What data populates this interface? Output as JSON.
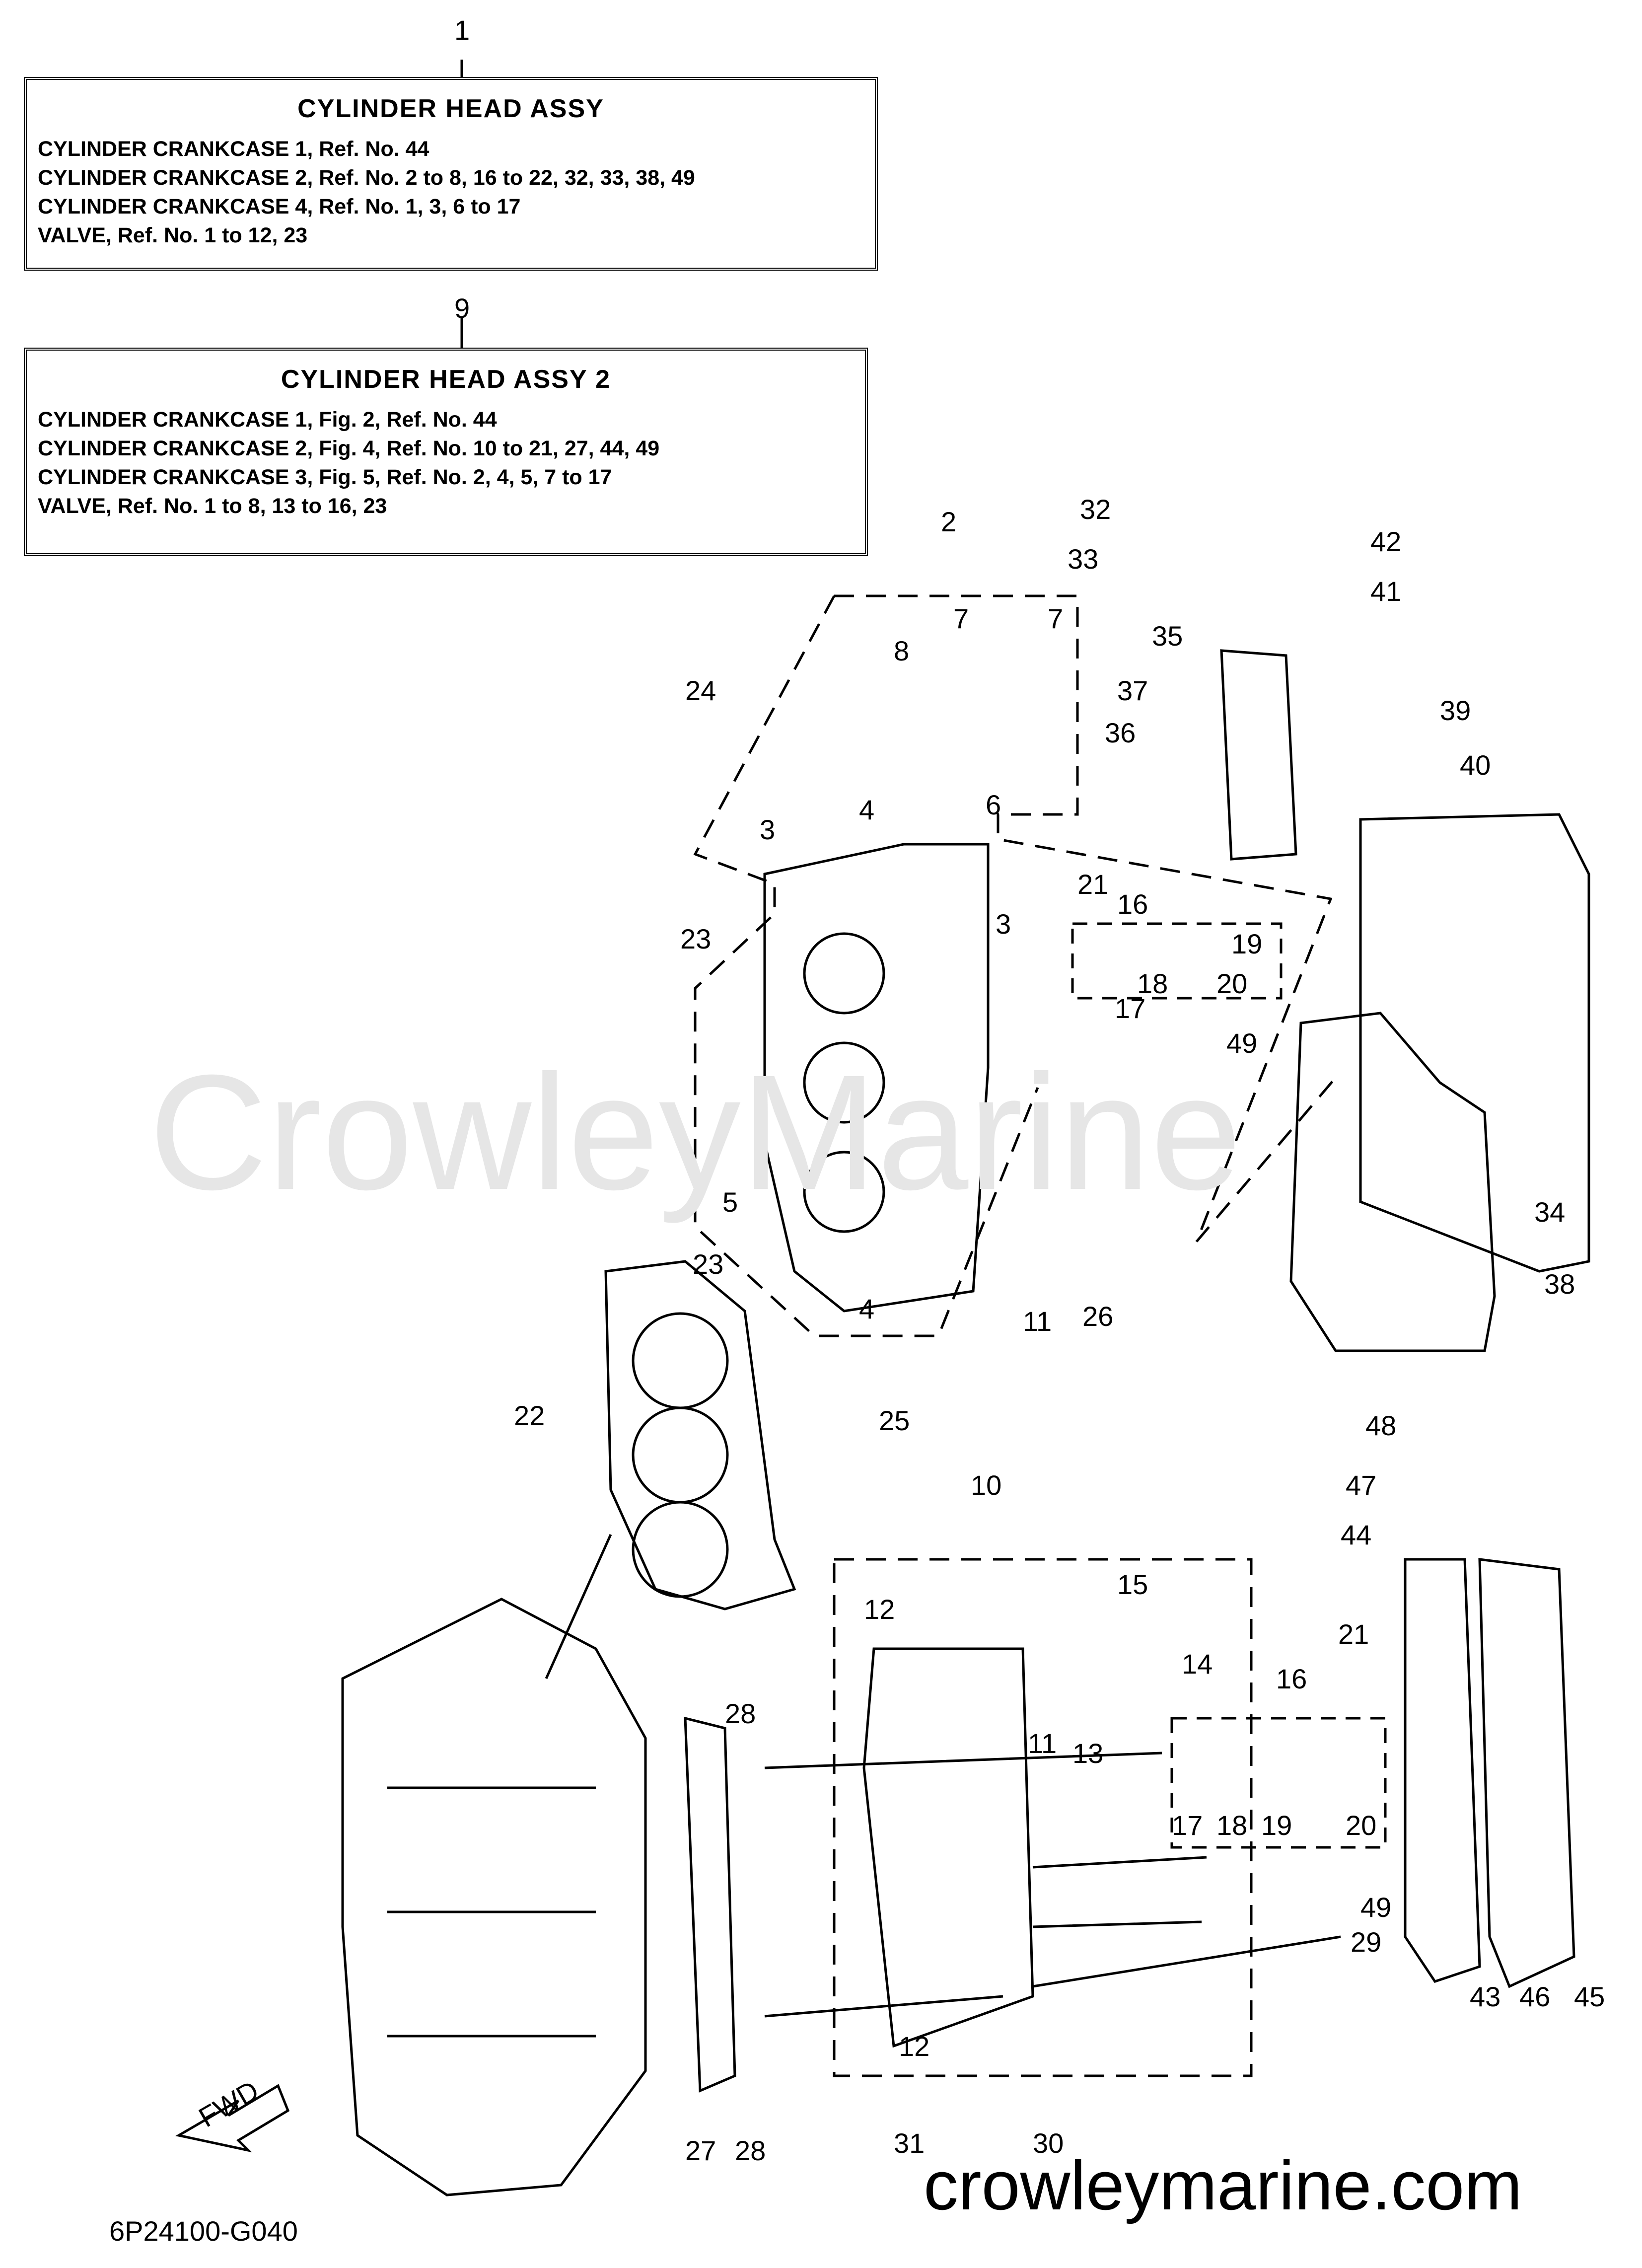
{
  "boxes": [
    {
      "ref": "1",
      "title": "CYLINDER  HEAD ASSY",
      "lines": [
        "CYLINDER CRANKCASE 1, Ref. No. 44",
        "CYLINDER CRANKCASE 2, Ref. No. 2 to 8, 16 to 22, 32, 33, 38, 49",
        "CYLINDER CRANKCASE 4, Ref. No. 1, 3, 6 to 17",
        "VALVE, Ref. No. 1 to 12, 23"
      ]
    },
    {
      "ref": "9",
      "title": "CYLINDER  HEAD ASSY 2",
      "lines": [
        "CYLINDER CRANKCASE 1,  Fig. 2, Ref. No. 44",
        "CYLINDER CRANKCASE 2,  Fig. 4, Ref. No. 10 to 21, 27, 44, 49",
        "CYLINDER CRANKCASE 3,  Fig. 5, Ref. No. 2, 4, 5, 7 to 17",
        "VALVE,  Ref. No. 1 to 8, 13 to 16, 23"
      ]
    }
  ],
  "callouts": [
    "1",
    "9",
    "2",
    "3",
    "3",
    "4",
    "4",
    "5",
    "6",
    "7",
    "7",
    "8",
    "16",
    "17",
    "18",
    "19",
    "20",
    "21",
    "22",
    "23",
    "23",
    "24",
    "25",
    "26",
    "32",
    "33",
    "34",
    "35",
    "36",
    "37",
    "38",
    "39",
    "40",
    "41",
    "42",
    "49",
    "10",
    "11",
    "11",
    "12",
    "12",
    "13",
    "14",
    "15",
    "16",
    "17",
    "18",
    "19",
    "20",
    "21",
    "27",
    "28",
    "28",
    "29",
    "30",
    "31",
    "43",
    "44",
    "45",
    "46",
    "47",
    "48",
    "49"
  ],
  "fwd_label": "FWD",
  "watermark": "CrowleyMarine",
  "site": "crowleymarine.com",
  "diagram_code": "6P24100-G040"
}
